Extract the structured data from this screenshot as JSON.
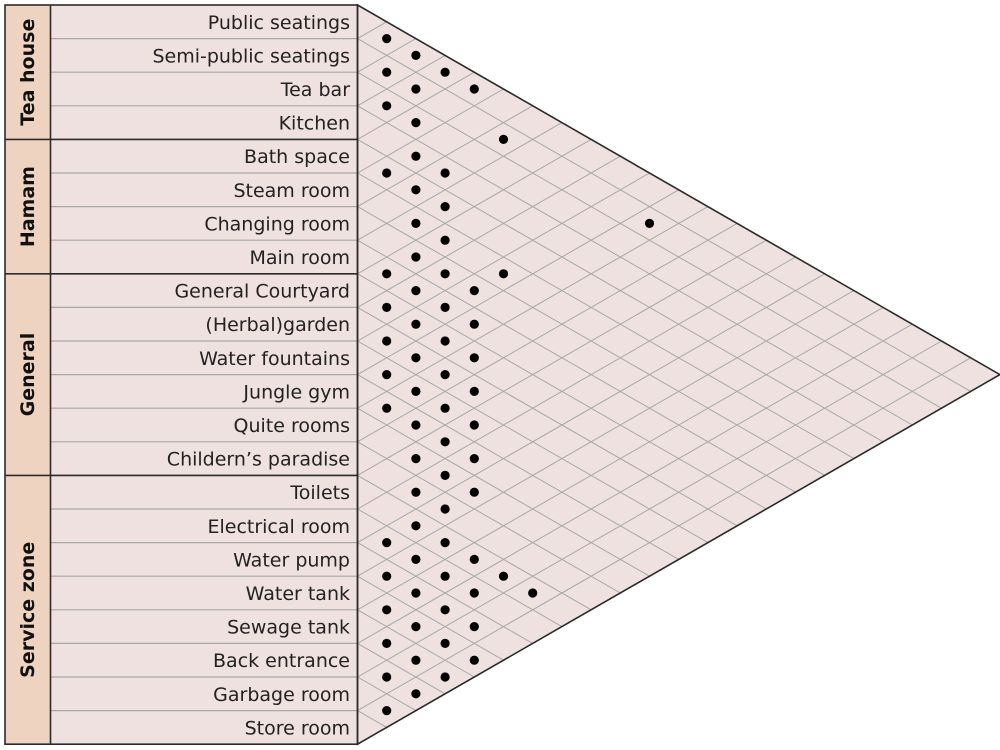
{
  "groups": [
    {
      "label": "Tea house",
      "start": 0,
      "end": 4
    },
    {
      "label": "Hamam",
      "start": 4,
      "end": 8
    },
    {
      "label": "General",
      "start": 8,
      "end": 14
    },
    {
      "label": "Service zone",
      "start": 14,
      "end": 22
    }
  ],
  "rows": [
    "Public seatings",
    "Semi-public seatings",
    "Tea bar",
    "Kitchen",
    "Bath space",
    "Steam room",
    "Changing room",
    "Main room",
    "General Courtyard",
    "(Herbal)garden",
    "Water fountains",
    "Jungle gym",
    "Quite rooms",
    "Childern’s paradise",
    "Toilets",
    "Electrical room",
    "Water pump",
    "Water tank",
    "Sewage tank",
    "Back entrance",
    "Garbage room",
    "Store room"
  ],
  "relations": [
    [
      0,
      1
    ],
    [
      1,
      2
    ],
    [
      0,
      2
    ],
    [
      2,
      3
    ],
    [
      1,
      3
    ],
    [
      0,
      3
    ],
    [
      0,
      4
    ],
    [
      2,
      4
    ],
    [
      4,
      5
    ],
    [
      3,
      5
    ],
    [
      4,
      6
    ],
    [
      3,
      6
    ],
    [
      7,
      8
    ],
    [
      6,
      8
    ],
    [
      5,
      8
    ],
    [
      1,
      6
    ],
    [
      4,
      7
    ],
    [
      5,
      7
    ],
    [
      7,
      9
    ],
    [
      6,
      9
    ],
    [
      8,
      9
    ],
    [
      5,
      10
    ],
    [
      1,
      11
    ],
    [
      9,
      10
    ],
    [
      8,
      10
    ],
    [
      7,
      10
    ],
    [
      6,
      10
    ],
    [
      10,
      11
    ],
    [
      9,
      11
    ],
    [
      8,
      11
    ],
    [
      7,
      11
    ],
    [
      11,
      12
    ],
    [
      10,
      12
    ],
    [
      9,
      12
    ],
    [
      8,
      12
    ],
    [
      11,
      13
    ],
    [
      10,
      13
    ],
    [
      9,
      13
    ],
    [
      12,
      14
    ],
    [
      11,
      14
    ],
    [
      10,
      14
    ],
    [
      13,
      15
    ],
    [
      12,
      15
    ],
    [
      11,
      15
    ],
    [
      14,
      16
    ],
    [
      13,
      16
    ],
    [
      12,
      16
    ],
    [
      15,
      16
    ],
    [
      16,
      17
    ],
    [
      15,
      17
    ],
    [
      14,
      17
    ],
    [
      15,
      18
    ],
    [
      14,
      18
    ],
    [
      16,
      18
    ],
    [
      17,
      18
    ],
    [
      15,
      19
    ],
    [
      14,
      19
    ],
    [
      16,
      19
    ],
    [
      17,
      19
    ],
    [
      18,
      19
    ],
    [
      16,
      20
    ],
    [
      17,
      20
    ],
    [
      14,
      20
    ],
    [
      18,
      20
    ],
    [
      19,
      20
    ],
    [
      18,
      21
    ],
    [
      19,
      21
    ],
    [
      20,
      21
    ],
    [
      17,
      21
    ]
  ],
  "colors": {
    "fill": "#efe1e0",
    "group_fill": "#efd3c1",
    "grid": "#a8a8a8",
    "border": "#2b2b2b",
    "dot": "#000000"
  }
}
